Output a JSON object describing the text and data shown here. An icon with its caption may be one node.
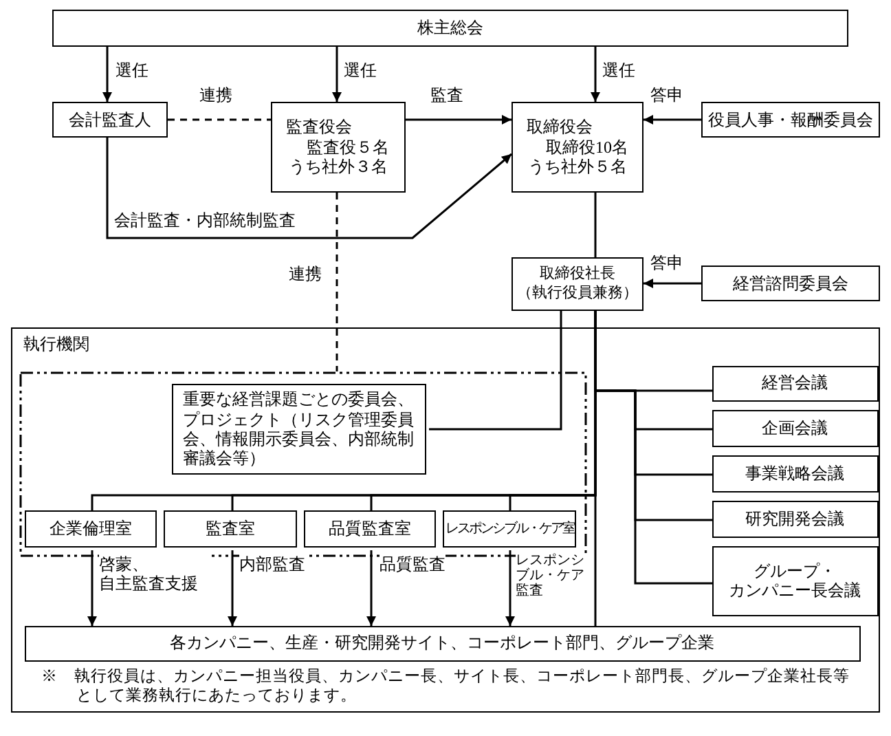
{
  "diagram": {
    "nodes": [
      {
        "text": [
          "株主総会"
        ]
      },
      {
        "text": [
          "会計監査人"
        ]
      },
      {
        "text": [
          "監査役会",
          "監査役５名",
          "うち社外３名"
        ]
      },
      {
        "text": [
          "取締役会",
          "取締役10名",
          "うち社外５名"
        ]
      },
      {
        "text": [
          "役員人事・報酬委員会"
        ]
      },
      {
        "text": [
          "取締役社長",
          "（執行役員兼務）"
        ]
      },
      {
        "text": [
          "経営諮問委員会"
        ]
      },
      {
        "text": [
          "執行機関"
        ]
      },
      {
        "text": [],
        "shape": "box",
        "in": 7
      },
      {
        "text": [
          "重要な経営課題ごとの委員会、プロジェクト（リスク管理委員会、情報開示委員会、内部統制審議会等）"
        ],
        "in": 8
      },
      {
        "text": [
          "企業倫理室"
        ],
        "in": 8
      },
      {
        "text": [
          "監査室"
        ],
        "in": 8
      },
      {
        "text": [
          "品質監査室"
        ],
        "in": 8
      },
      {
        "text": [
          "レスポンシブル・ケア室"
        ],
        "in": 8
      },
      {
        "text": [
          "経営会議"
        ],
        "in": 7
      },
      {
        "text": [
          "企画会議"
        ],
        "in": 7
      },
      {
        "text": [
          "事業戦略会議"
        ],
        "in": 7
      },
      {
        "text": [
          "研究開発会議"
        ],
        "in": 7
      },
      {
        "text": [
          "グループ・カンパニー長会議"
        ],
        "in": 7
      },
      {
        "text": [
          "各カンパニー、生産・研究開発サイト、コーポレート部門、グループ企業"
        ],
        "in": 7
      }
    ],
    "edges": [
      {
        "from": 0,
        "to": 1,
        "arrow": "to",
        "label": "選任"
      },
      {
        "from": 0,
        "to": 2,
        "arrow": "to",
        "label": "選任"
      },
      {
        "from": 0,
        "to": 3,
        "arrow": "to",
        "label": "選任"
      },
      {
        "from": 1,
        "to": 2,
        "arrow": "none",
        "label": "連携",
        "style": "dashed"
      },
      {
        "from": 2,
        "to": 3,
        "arrow": "to",
        "label": "監査"
      },
      {
        "from": 1,
        "to": 3,
        "arrow": "to",
        "label": "会計監査・内部統制監査"
      },
      {
        "from": 4,
        "to": 3,
        "arrow": "to",
        "label": "答申"
      },
      {
        "from": 3,
        "to": 5,
        "arrow": "none"
      },
      {
        "from": 6,
        "to": 5,
        "arrow": "to",
        "label": "答申"
      },
      {
        "from": 2,
        "to": 8,
        "arrow": "none",
        "label": "連携",
        "style": "dashed"
      },
      {
        "from": 5,
        "to": 9,
        "arrow": "none"
      },
      {
        "from": 5,
        "to": 14,
        "arrow": "none"
      },
      {
        "from": 5,
        "to": 15,
        "arrow": "none"
      },
      {
        "from": 5,
        "to": 16,
        "arrow": "none"
      },
      {
        "from": 5,
        "to": 17,
        "arrow": "none"
      },
      {
        "from": 5,
        "to": 18,
        "arrow": "none"
      },
      {
        "from": 5,
        "to": 10,
        "arrow": "none"
      },
      {
        "from": 5,
        "to": 11,
        "arrow": "none"
      },
      {
        "from": 5,
        "to": 12,
        "arrow": "none"
      },
      {
        "from": 5,
        "to": 13,
        "arrow": "none"
      },
      {
        "from": 5,
        "to": 19,
        "arrow": "none"
      },
      {
        "from": 10,
        "to": 19,
        "arrow": "to",
        "label": "啓蒙、自主監査支援"
      },
      {
        "from": 11,
        "to": 19,
        "arrow": "to",
        "label": "内部監査"
      },
      {
        "from": 12,
        "to": 19,
        "arrow": "to",
        "label": "品質監査"
      },
      {
        "from": 13,
        "to": 19,
        "arrow": "to",
        "label": "レスポンシブル・ケア監査"
      }
    ],
    "labels": [
      "※　執行役員は、カンパニー担当役員、カンパニー長、サイト長、コーポレート部門長、グループ企業社長等として業務執行にあたっております。"
    ]
  }
}
